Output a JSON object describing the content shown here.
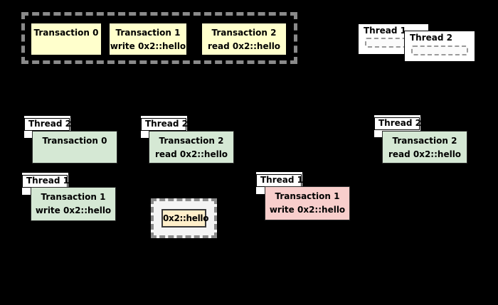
{
  "pending_block": {
    "transactions": [
      {
        "title": "Transaction 0",
        "op": ""
      },
      {
        "title": "Transaction 1",
        "op": "write 0x2::hello"
      },
      {
        "title": "Transaction 2",
        "op": "read 0x2::hello"
      }
    ]
  },
  "idle_threads": [
    {
      "label": "Thread 1"
    },
    {
      "label": "Thread 2"
    }
  ],
  "scheduled": [
    {
      "thread": "Thread 2",
      "title": "Transaction 0",
      "op": "",
      "state_color": "#d5e8d4"
    },
    {
      "thread": "Thread 2",
      "title": "Transaction 2",
      "op": "read 0x2::hello",
      "state_color": "#d5e8d4"
    },
    {
      "thread": "Thread 2",
      "title": "Transaction 2",
      "op": "read 0x2::hello",
      "state_color": "#d5e8d4"
    },
    {
      "thread": "Thread 1",
      "title": "Transaction 1",
      "op": "write 0x2::hello",
      "state_color": "#d5e8d4"
    },
    {
      "thread": "Thread 1",
      "title": "Transaction 1",
      "op": "write 0x2::hello",
      "state_color": "#f8cecc"
    }
  ],
  "object_store": {
    "value": "0x2::hello"
  },
  "colors": {
    "background": "#000000",
    "pending_card": "#ffffcc",
    "success": "#d5e8d4",
    "conflict": "#f8cecc",
    "store_value": "#ffefca",
    "dashed_border": "#8a8a8a"
  }
}
